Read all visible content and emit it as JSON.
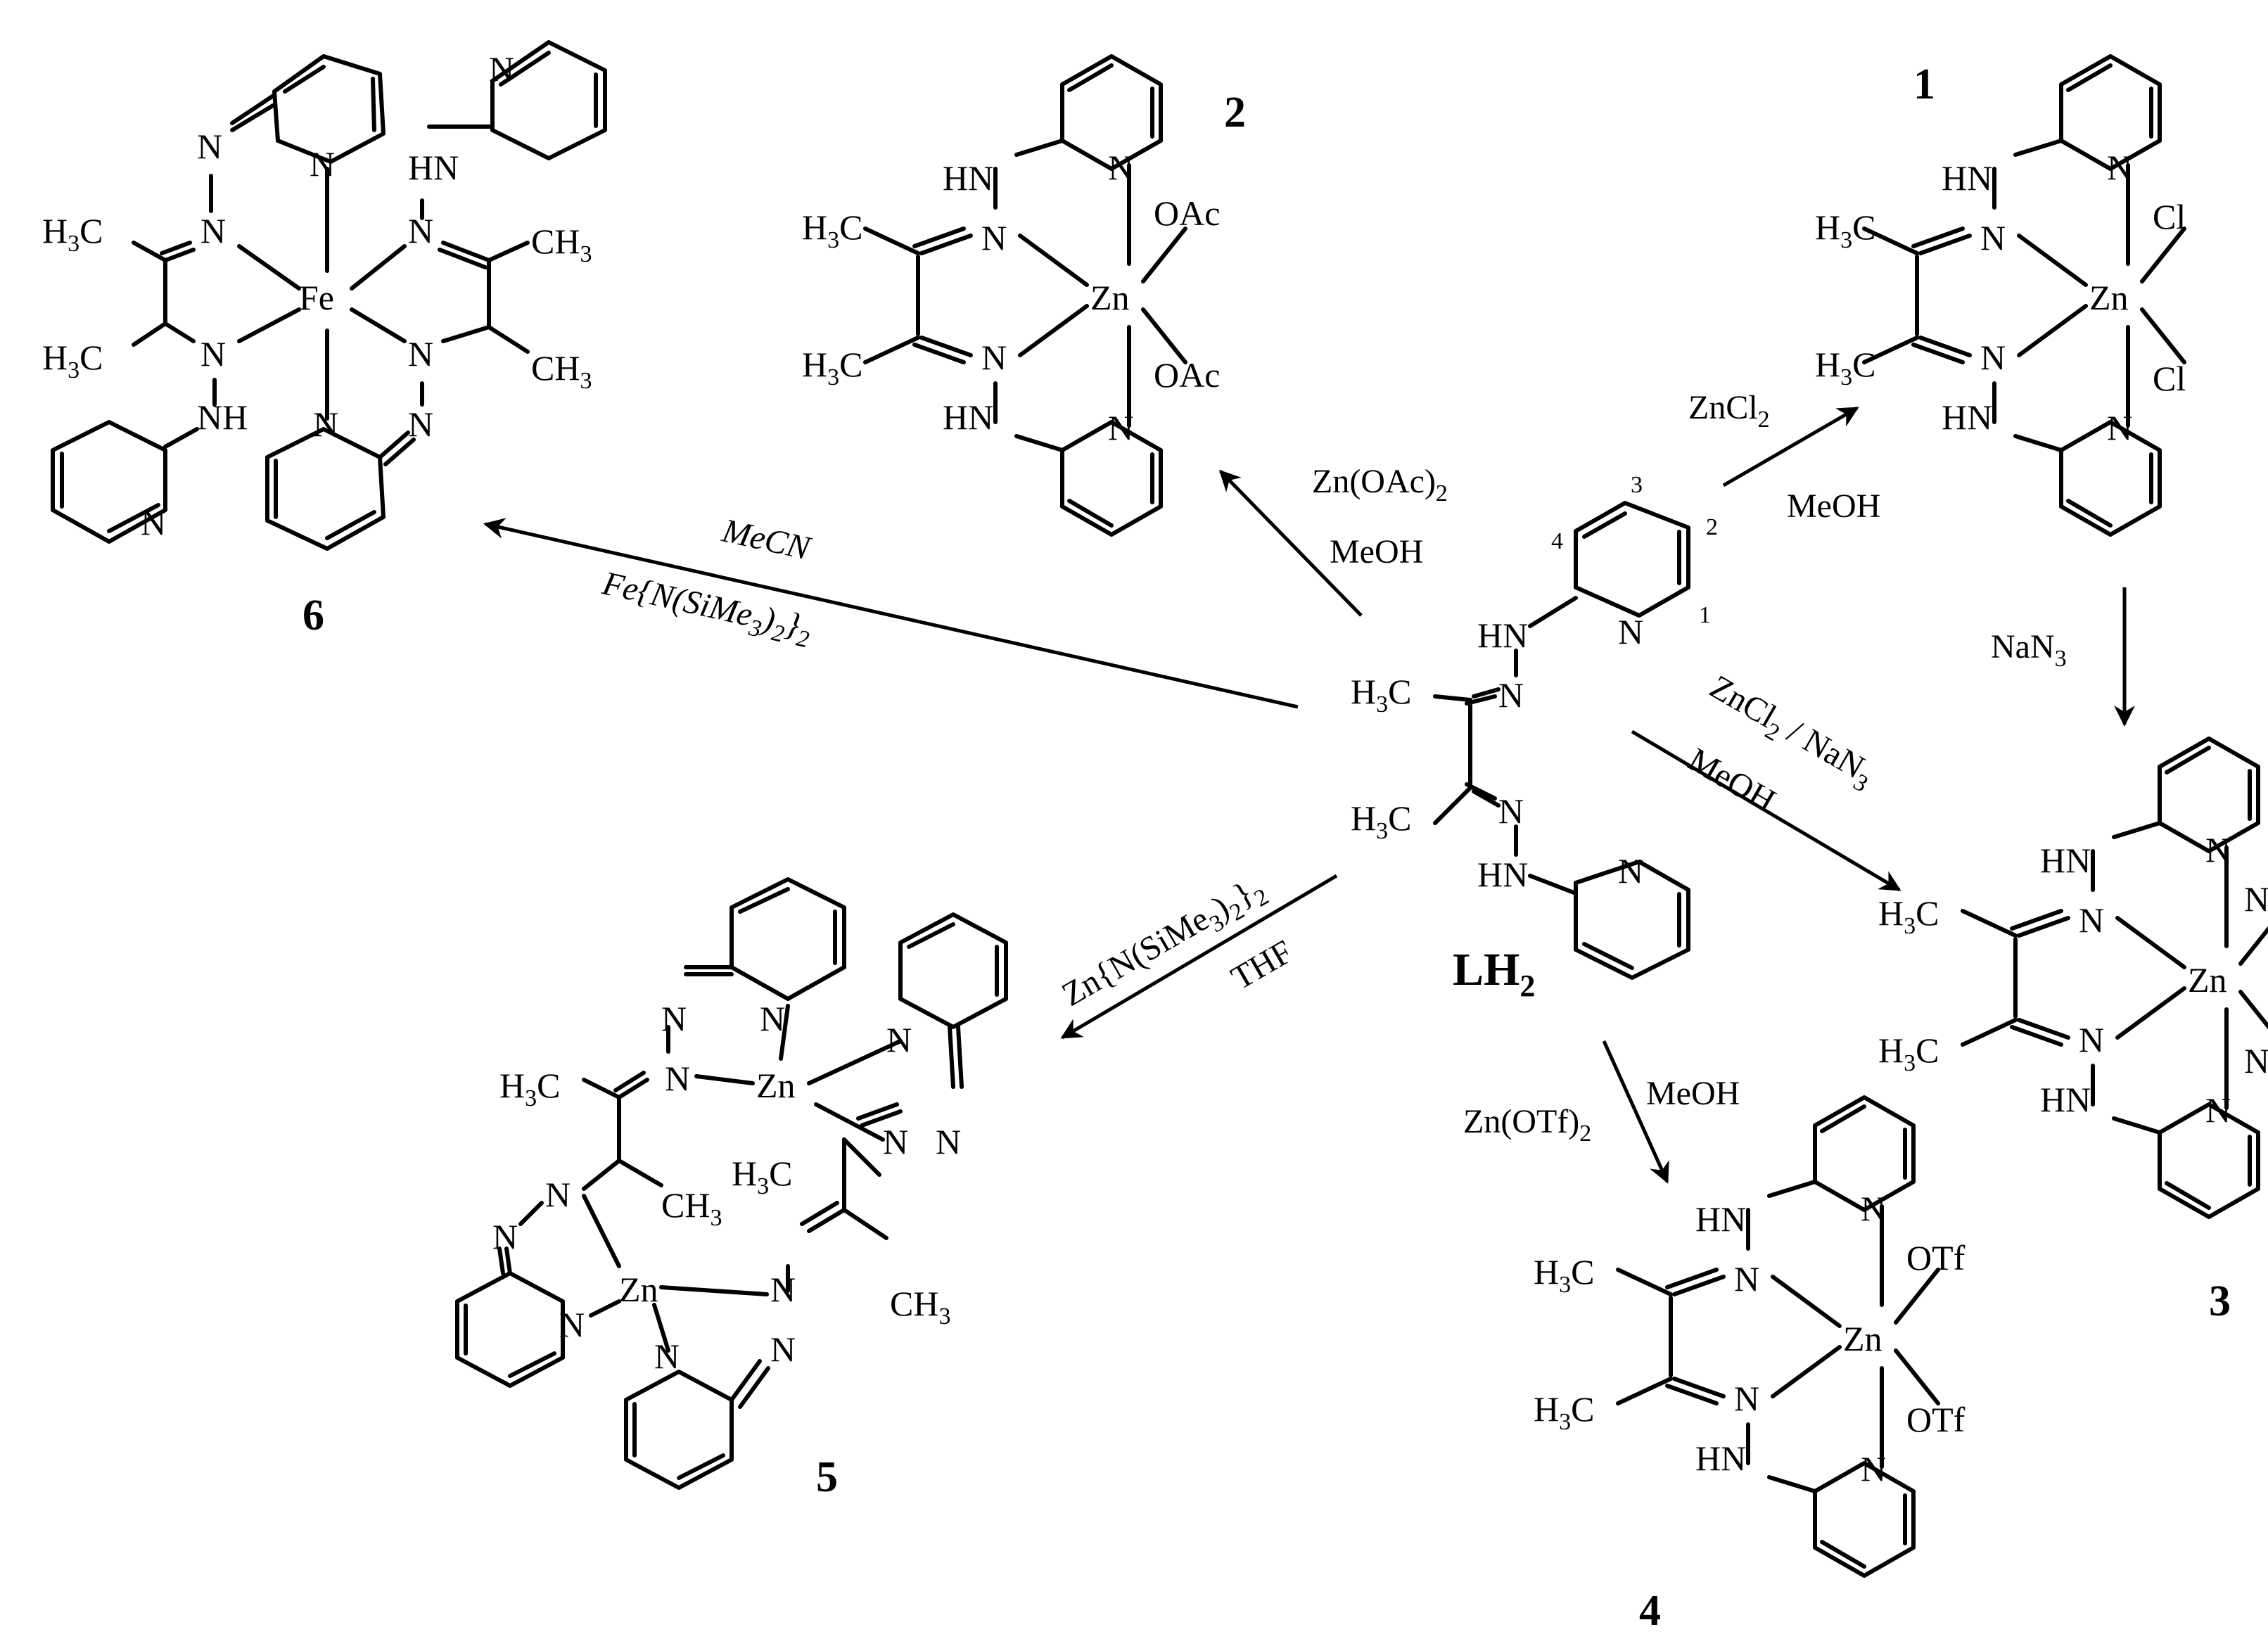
{
  "ligand": {
    "name": "LH",
    "name_sub": "2",
    "positions": [
      "1",
      "2",
      "3",
      "4"
    ]
  },
  "atoms": {
    "N": "N",
    "HN": "HN",
    "NH": "NH",
    "Zn": "Zn",
    "Fe": "Fe",
    "Cl": "Cl",
    "OAc": "OAc",
    "OTf": "OTf",
    "H3C": {
      "a": "H",
      "sub": "3",
      "b": "C"
    },
    "CH3": {
      "a": "CH",
      "sub": "3"
    },
    "N3": {
      "a": "N",
      "sub": "3"
    }
  },
  "compounds": [
    "1",
    "2",
    "3",
    "4",
    "5",
    "6"
  ],
  "conditions": {
    "zncl2": {
      "main": "ZnCl",
      "sub": "2",
      "solvent": "MeOH"
    },
    "znoac2": {
      "main": "Zn(OAc)",
      "sub": "2",
      "solvent": "MeOH"
    },
    "fe": {
      "solvent": "MeCN",
      "a": "Fe{N(SiMe",
      "s1": "3",
      "b": ")",
      "s2": "2",
      "c": "}",
      "s3": "2"
    },
    "nan3": {
      "a": "NaN",
      "sub": "3"
    },
    "zncl2_nan3": {
      "a": "ZnCl",
      "s1": "2",
      "b": " / NaN",
      "s2": "3",
      "solvent": "MeOH"
    },
    "zn_hmds": {
      "a": "Zn{N(SiMe",
      "s1": "3",
      "b": ")",
      "s2": "2",
      "c": "}",
      "s3": "2",
      "solvent": "THF"
    },
    "znotf2": {
      "a": "Zn(OTf)",
      "sub": "2",
      "solvent": "MeOH"
    }
  }
}
